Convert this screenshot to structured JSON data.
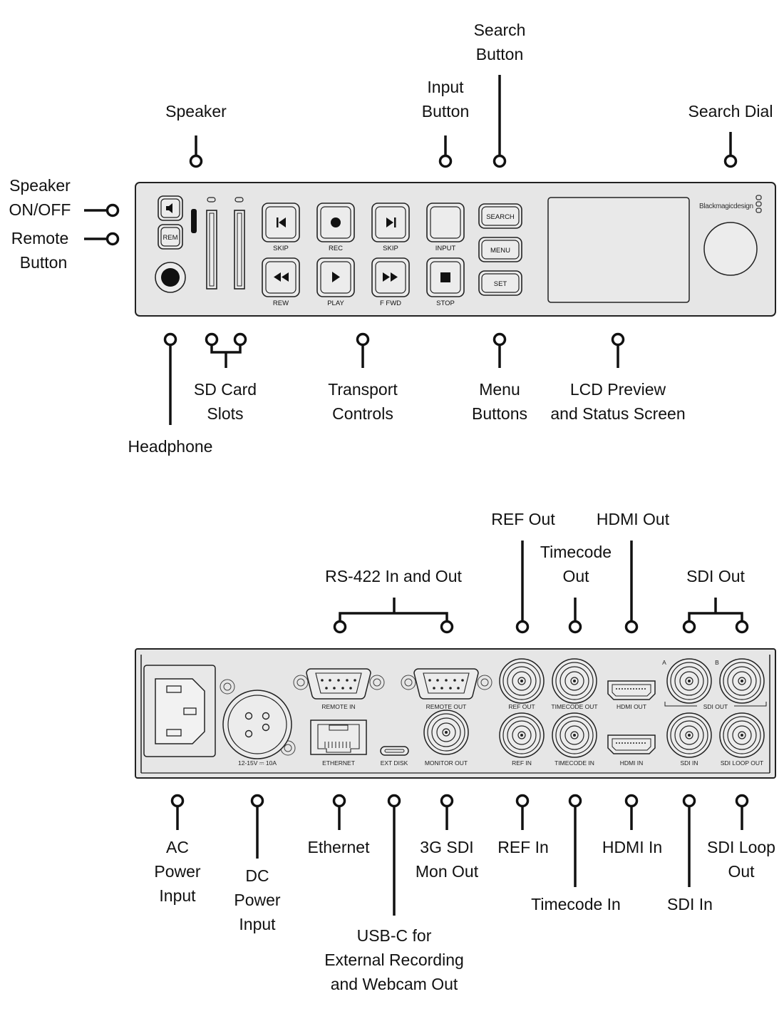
{
  "front": {
    "labels": {
      "speaker": "Speaker",
      "input_1": "Input",
      "input_2": "Button",
      "search_1": "Search",
      "search_2": "Button",
      "search_dial": "Search Dial",
      "speaker_onoff_1": "Speaker",
      "speaker_onoff_2": "ON/OFF",
      "remote_1": "Remote",
      "remote_2": "Button",
      "sd_1": "SD Card",
      "sd_2": "Slots",
      "transport_1": "Transport",
      "transport_2": "Controls",
      "menu_1": "Menu",
      "menu_2": "Buttons",
      "lcd_1": "LCD Preview",
      "lcd_2": "and Status Screen",
      "headphone": "Headphone"
    },
    "panel": {
      "rem": "REM",
      "skip_back": "SKIP",
      "rec": "REC",
      "skip_fwd": "SKIP",
      "input": "INPUT",
      "rew": "REW",
      "play": "PLAY",
      "ffwd": "F FWD",
      "stop": "STOP",
      "search": "SEARCH",
      "menu": "MENU",
      "set": "SET",
      "brand": "Blackmagicdesign"
    }
  },
  "rear": {
    "labels": {
      "rs422": "RS-422 In and Out",
      "ref_out": "REF Out",
      "timecode_out_1": "Timecode",
      "timecode_out_2": "Out",
      "hdmi_out": "HDMI Out",
      "sdi_out": "SDI Out",
      "ac_1": "AC",
      "ac_2": "Power",
      "ac_3": "Input",
      "dc_1": "DC",
      "dc_2": "Power",
      "dc_3": "Input",
      "ethernet": "Ethernet",
      "usbc_1": "USB-C for",
      "usbc_2": "External Recording",
      "usbc_3": "and Webcam Out",
      "sdi3g_1": "3G SDI",
      "sdi3g_2": "Mon Out",
      "ref_in": "REF In",
      "timecode_in": "Timecode In",
      "hdmi_in": "HDMI In",
      "sdi_in": "SDI In",
      "sdi_loop_1": "SDI Loop",
      "sdi_loop_2": "Out"
    },
    "panel": {
      "power_rating": "12-15V ⎓ 10A",
      "remote_in": "REMOTE IN",
      "remote_out": "REMOTE OUT",
      "ethernet": "ETHERNET",
      "ext_disk": "EXT DISK",
      "monitor_out": "MONITOR OUT",
      "ref_out": "REF OUT",
      "timecode_out": "TIMECODE OUT",
      "hdmi_out": "HDMI OUT",
      "ref_in": "REF IN",
      "timecode_in": "TIMECODE IN",
      "hdmi_in": "HDMI IN",
      "sdi_out": "SDI OUT",
      "sdi_a": "A",
      "sdi_b": "B",
      "sdi_in": "SDI IN",
      "sdi_loop_out": "SDI LOOP OUT"
    }
  }
}
